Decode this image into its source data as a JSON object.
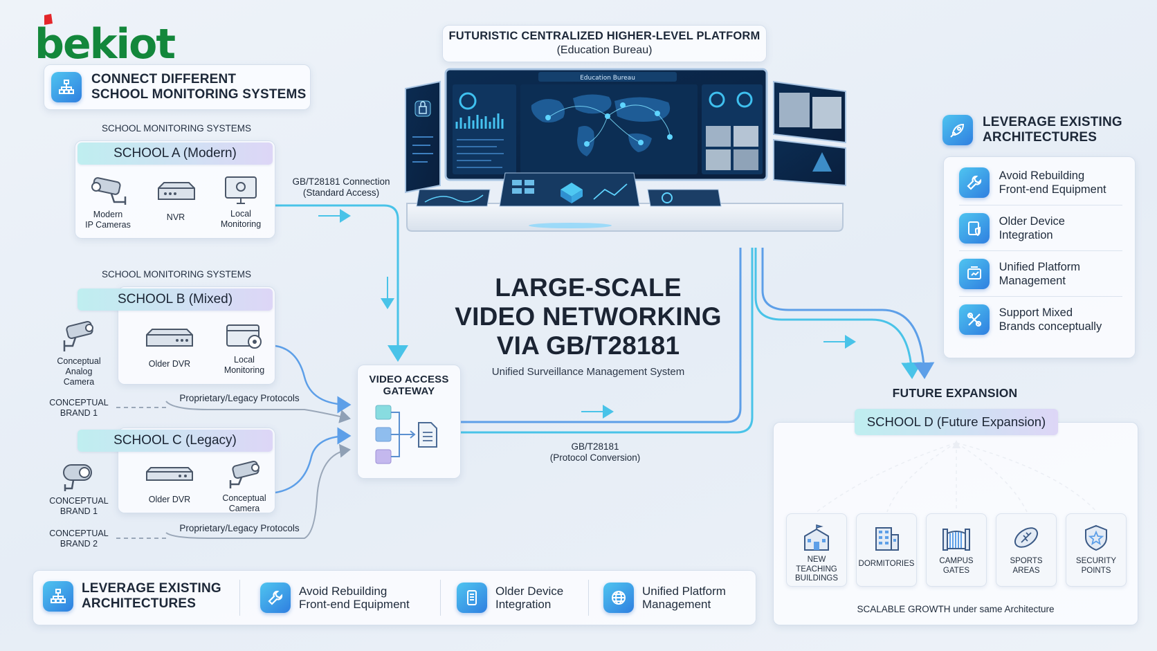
{
  "brand": {
    "logo_text": "bekiot"
  },
  "connect_banner": {
    "label_line1": "CONNECT DIFFERENT",
    "label_line2": "SCHOOL MONITORING SYSTEMS"
  },
  "schools": [
    {
      "group_label": "SCHOOL MONITORING SYSTEMS",
      "title": "SCHOOL A (Modern)",
      "devices": [
        {
          "label_line1": "Modern",
          "label_line2": "IP Cameras",
          "icon": "ip-camera-icon"
        },
        {
          "label_line1": "NVR",
          "label_line2": "",
          "icon": "nvr-icon"
        },
        {
          "label_line1": "Local",
          "label_line2": "Monitoring",
          "icon": "monitor-icon"
        }
      ]
    },
    {
      "group_label": "SCHOOL MONITORING SYSTEMS",
      "title": "SCHOOL B (Mixed)",
      "devices": [
        {
          "label_line1": "Conceptual",
          "label_line2": "Analog",
          "label_line3": "Camera",
          "icon": "analog-camera-icon"
        },
        {
          "label_line1": "Older DVR",
          "label_line2": "",
          "icon": "dvr-icon"
        },
        {
          "label_line1": "Local",
          "label_line2": "Monitoring",
          "icon": "monitor-icon"
        }
      ],
      "brand_label_line1": "CONCEPTUAL",
      "brand_label_line2": "BRAND 1"
    },
    {
      "title": "SCHOOL C (Legacy)",
      "devices": [
        {
          "label_line1": "CONCEPTUAL",
          "label_line2": "BRAND 1",
          "icon": "dome-camera-icon"
        },
        {
          "label_line1": "Older DVR",
          "label_line2": "",
          "icon": "dvr-icon"
        },
        {
          "label_line1": "Conceptual",
          "label_line2": "Camera",
          "icon": "bullet-camera-icon"
        }
      ],
      "brand_label_line1": "CONCEPTUAL",
      "brand_label_line2": "BRAND 2"
    }
  ],
  "connections": {
    "gb_connection_line1": "GB/T28181 Connection",
    "gb_connection_line2": "(Standard Access)",
    "proprietary_1": "Proprietary/Legacy Protocols",
    "proprietary_2": "Proprietary/Legacy Protocols",
    "conversion_line1": "GB/T28181",
    "conversion_line2": "(Protocol Conversion)"
  },
  "gateway": {
    "title_line1": "VIDEO ACCESS",
    "title_line2": "GATEWAY"
  },
  "platform": {
    "title_line1": "FUTURISTIC CENTRALIZED HIGHER-LEVEL PLATFORM",
    "title_line2": "(Education Bureau)",
    "screen_title": "Education Bureau"
  },
  "main_title": {
    "line1": "LARGE-SCALE",
    "line2": "VIDEO NETWORKING",
    "line3": "VIA GB/T28181",
    "subtitle": "Unified Surveillance Management System"
  },
  "leverage_panel": {
    "title_line1": "LEVERAGE EXISTING",
    "title_line2": "ARCHITECTURES",
    "items": [
      {
        "line1": "Avoid Rebuilding",
        "line2": "Front-end Equipment",
        "icon": "wrench-icon"
      },
      {
        "line1": "Older Device",
        "line2": "Integration",
        "icon": "device-shield-icon"
      },
      {
        "line1": "Unified Platform",
        "line2": "Management",
        "icon": "platform-icon"
      },
      {
        "line1": "Support Mixed",
        "line2": "Brands conceptually",
        "icon": "tools-icon"
      }
    ]
  },
  "future": {
    "heading": "FUTURE EXPANSION",
    "school_title": "SCHOOL D (Future Expansion)",
    "tiles": [
      {
        "line1": "NEW",
        "line2": "TEACHING",
        "line3": "BUILDINGS",
        "icon": "school-building-icon"
      },
      {
        "line1": "DORMITORIES",
        "line2": "",
        "line3": "",
        "icon": "dormitory-icon"
      },
      {
        "line1": "CAMPUS",
        "line2": "GATES",
        "line3": "",
        "icon": "gate-icon"
      },
      {
        "line1": "SPORTS",
        "line2": "AREAS",
        "line3": "",
        "icon": "football-icon"
      },
      {
        "line1": "SECURITY",
        "line2": "POINTS",
        "line3": "",
        "icon": "security-shield-icon"
      }
    ],
    "footer": "SCALABLE GROWTH under same Architecture"
  },
  "bottom_bar": {
    "title_line1": "LEVERAGE EXISTING",
    "title_line2": "ARCHITECTURES",
    "items": [
      {
        "line1": "Avoid Rebuilding",
        "line2": "Front-end Equipment",
        "icon": "wrench-icon"
      },
      {
        "line1": "Older Device",
        "line2": "Integration",
        "icon": "device-icon"
      },
      {
        "line1": "Unified Platform",
        "line2": "Management",
        "icon": "globe-icon"
      }
    ]
  },
  "colors": {
    "accent": "#2f8fe6",
    "flow_line": "#49c3e8",
    "proto_line": "#9aa7b8",
    "logo_red": "#e3262a",
    "logo_green": "#13873b"
  }
}
